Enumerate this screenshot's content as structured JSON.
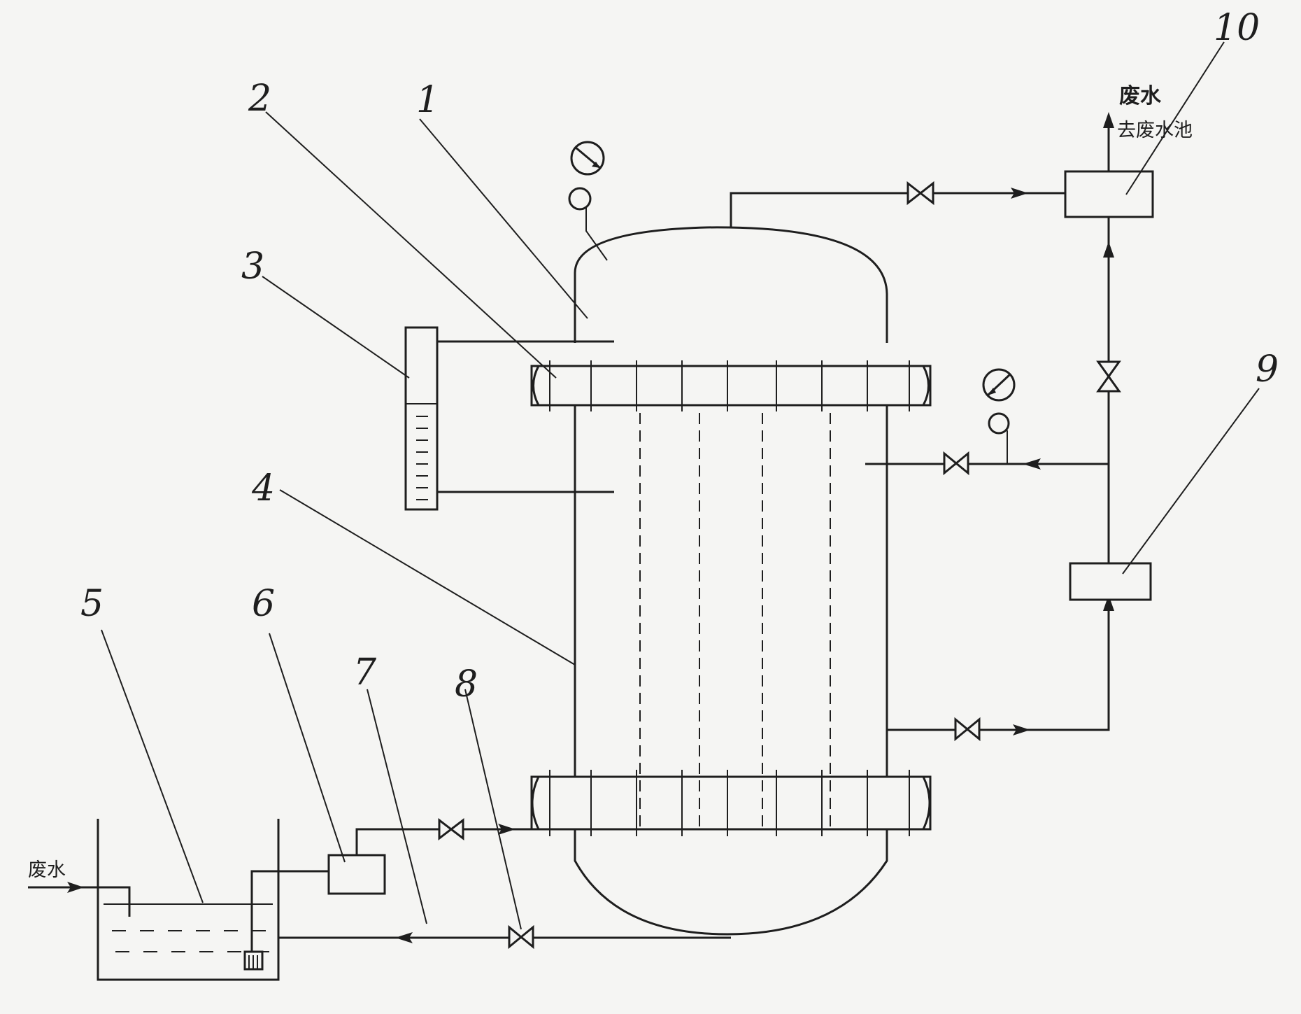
{
  "labels": {
    "callout_1": "1",
    "callout_2": "2",
    "callout_3": "3",
    "callout_4": "4",
    "callout_5": "5",
    "callout_6": "6",
    "callout_7": "7",
    "callout_8": "8",
    "callout_9": "9",
    "callout_10": "10"
  },
  "text": {
    "outlet_wastewater": "废水",
    "outlet_destination": "去废水池",
    "inlet_wastewater": "废水"
  },
  "colors": {
    "ink": "#1e1e1e",
    "paper": "#f5f5f3"
  },
  "icons": [
    "pressure-gauge-icon",
    "valve-icon",
    "flow-arrow-icon",
    "pump-icon"
  ]
}
